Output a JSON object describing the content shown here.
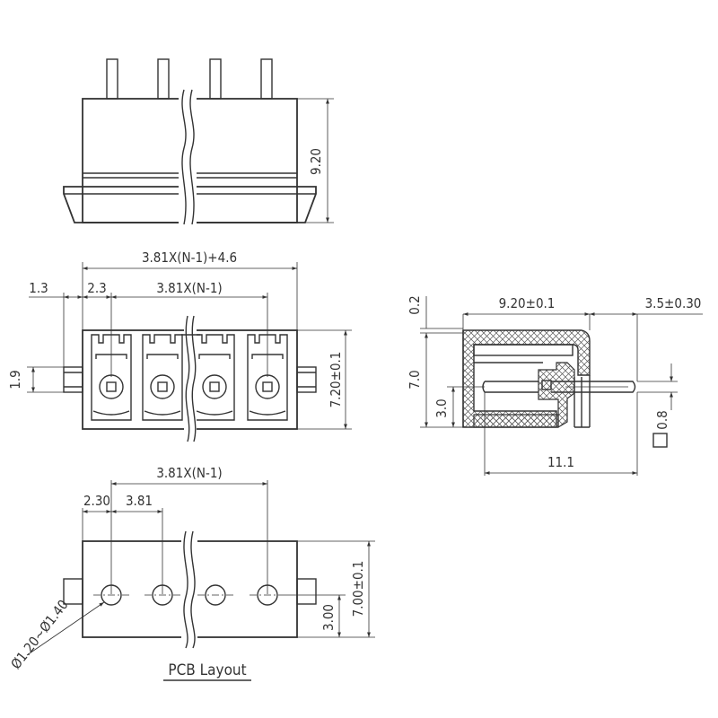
{
  "top_view": {
    "height_dim": "9.20"
  },
  "front_view": {
    "overall_dim": "3.81X(N-1)+4.6",
    "left_dim_a": "1.3",
    "left_dim_b": "2.3",
    "pitch_dim": "3.81X(N-1)",
    "flange_height": "1.9",
    "height_dim": "7.20±0.1"
  },
  "side_view": {
    "top_gap": "0.2",
    "body_length": "9.20±0.1",
    "pin_extension": "3.5±0.30",
    "height": "7.0",
    "pin_height": "3.0",
    "total_length": "11.1",
    "pin_size": "0.8"
  },
  "pcb_layout": {
    "pitch_total": "3.81X(N-1)",
    "first_offset": "2.30",
    "pitch": "3.81",
    "hole_diameter": "Ø1.20~Ø1.40",
    "hole_height": "3.00",
    "height": "7.00±0.1",
    "caption": "PCB Layout"
  }
}
